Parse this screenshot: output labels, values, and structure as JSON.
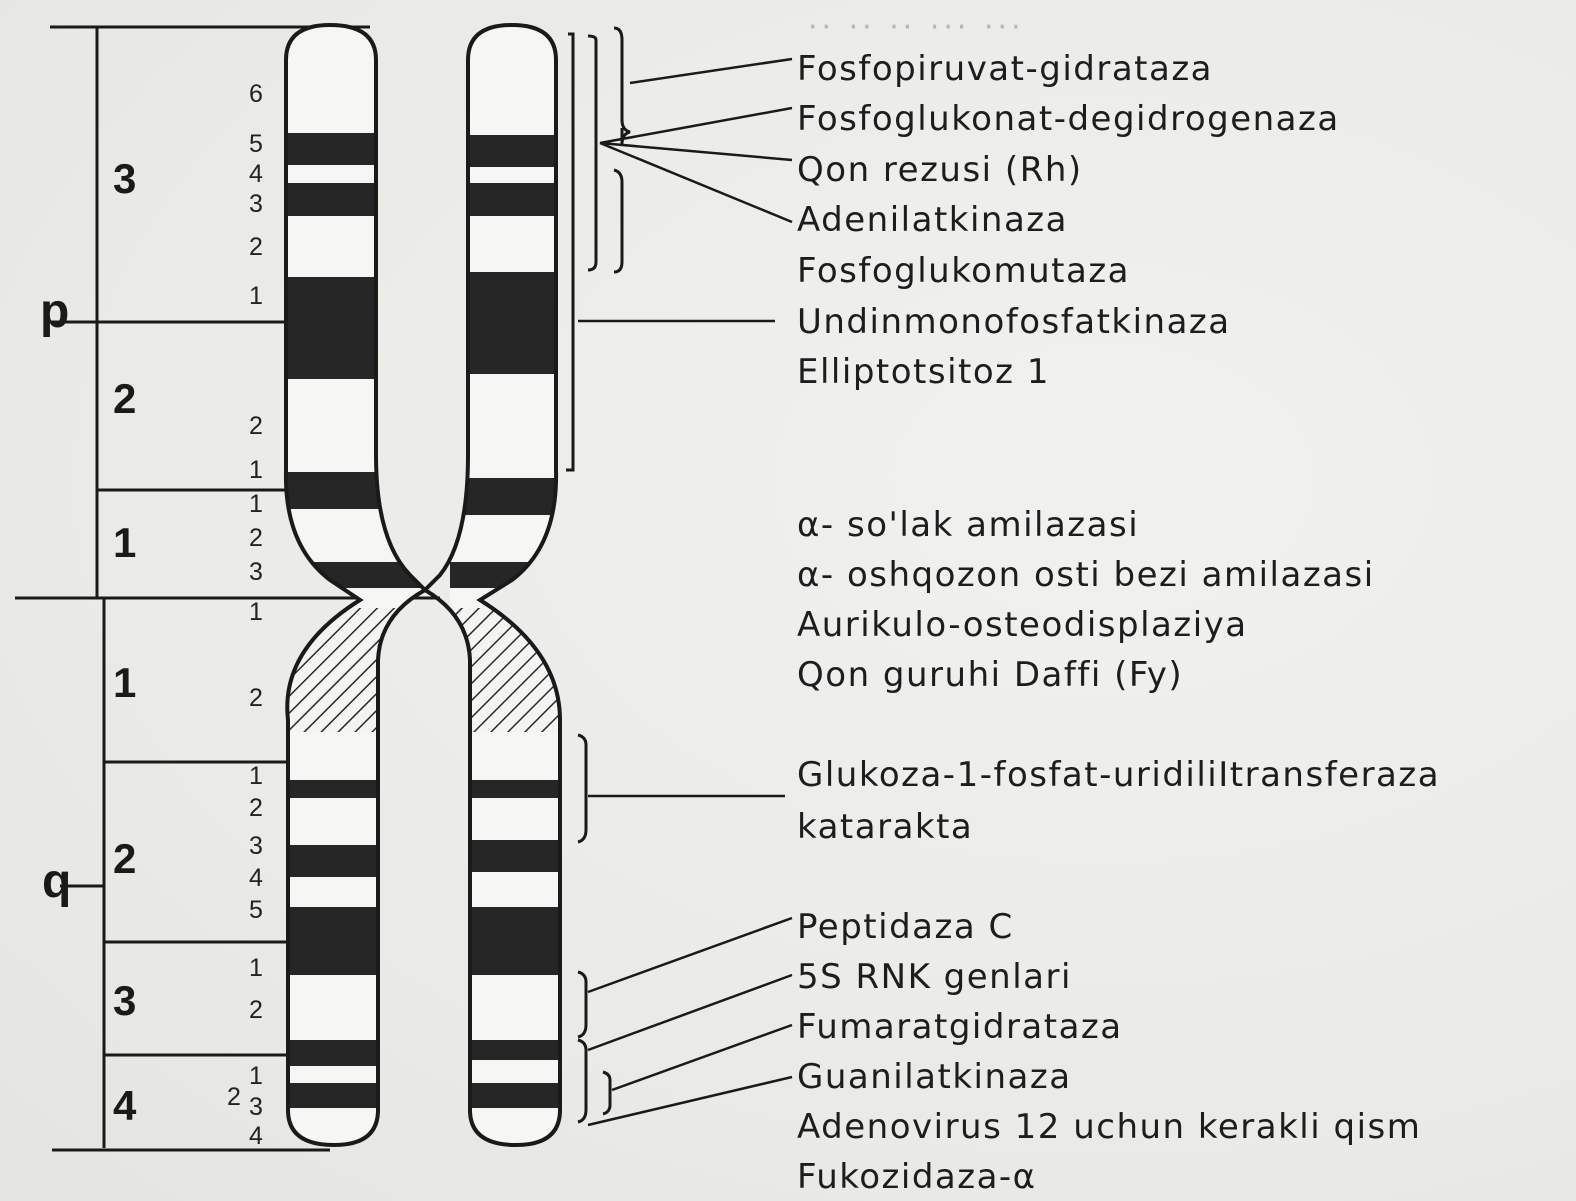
{
  "arms": {
    "p": "p",
    "q": "q"
  },
  "regions": {
    "p3": "3",
    "p2": "2",
    "p1": "1",
    "q1": "1",
    "q2": "2",
    "q3": "3",
    "q4": "4"
  },
  "bands": [
    {
      "label": "6"
    },
    {
      "label": "5"
    },
    {
      "label": "4"
    },
    {
      "label": "3"
    },
    {
      "label": "2"
    },
    {
      "label": "1"
    },
    {
      "label": "2"
    },
    {
      "label": "1"
    },
    {
      "label": "1"
    },
    {
      "label": "2"
    },
    {
      "label": "3"
    },
    {
      "label": "1"
    },
    {
      "label": "2"
    },
    {
      "label": "1"
    },
    {
      "label": "2"
    },
    {
      "label": "3"
    },
    {
      "label": "4"
    },
    {
      "label": "5"
    },
    {
      "label": "1"
    },
    {
      "label": "2"
    },
    {
      "label": "2"
    },
    {
      "label": "1"
    },
    {
      "label": "3"
    },
    {
      "label": "4"
    }
  ],
  "genes": [
    "Fosfopiruvat-gidrataza",
    "Fosfoglukonat-degidrogenaza",
    "Qon rezusi (Rh)",
    "Adenilatkinaza",
    "Fosfoglukomutaza",
    "Undinmonofosfatkinaza",
    "Elliptotsitoz  1",
    "α- so'lak amilazasi",
    "α- oshqozon osti bezi amilazasi",
    "Aurikulo-osteodisplaziya",
    "Qon guruhi   Daffi (Fy)",
    "Glukoza-1-fosfat-uridiliItransferaza",
    "katarakta",
    "Peptidaza C",
    "5S RNK genlari",
    "Fumaratgidrataza",
    "Guanilatkinaza",
    "Adenovirus  12 uchun kerakli qism",
    "Fukozidaza-α"
  ],
  "colors": {
    "band": "#262626",
    "line": "#1a1a1a",
    "background": "#ececea"
  }
}
